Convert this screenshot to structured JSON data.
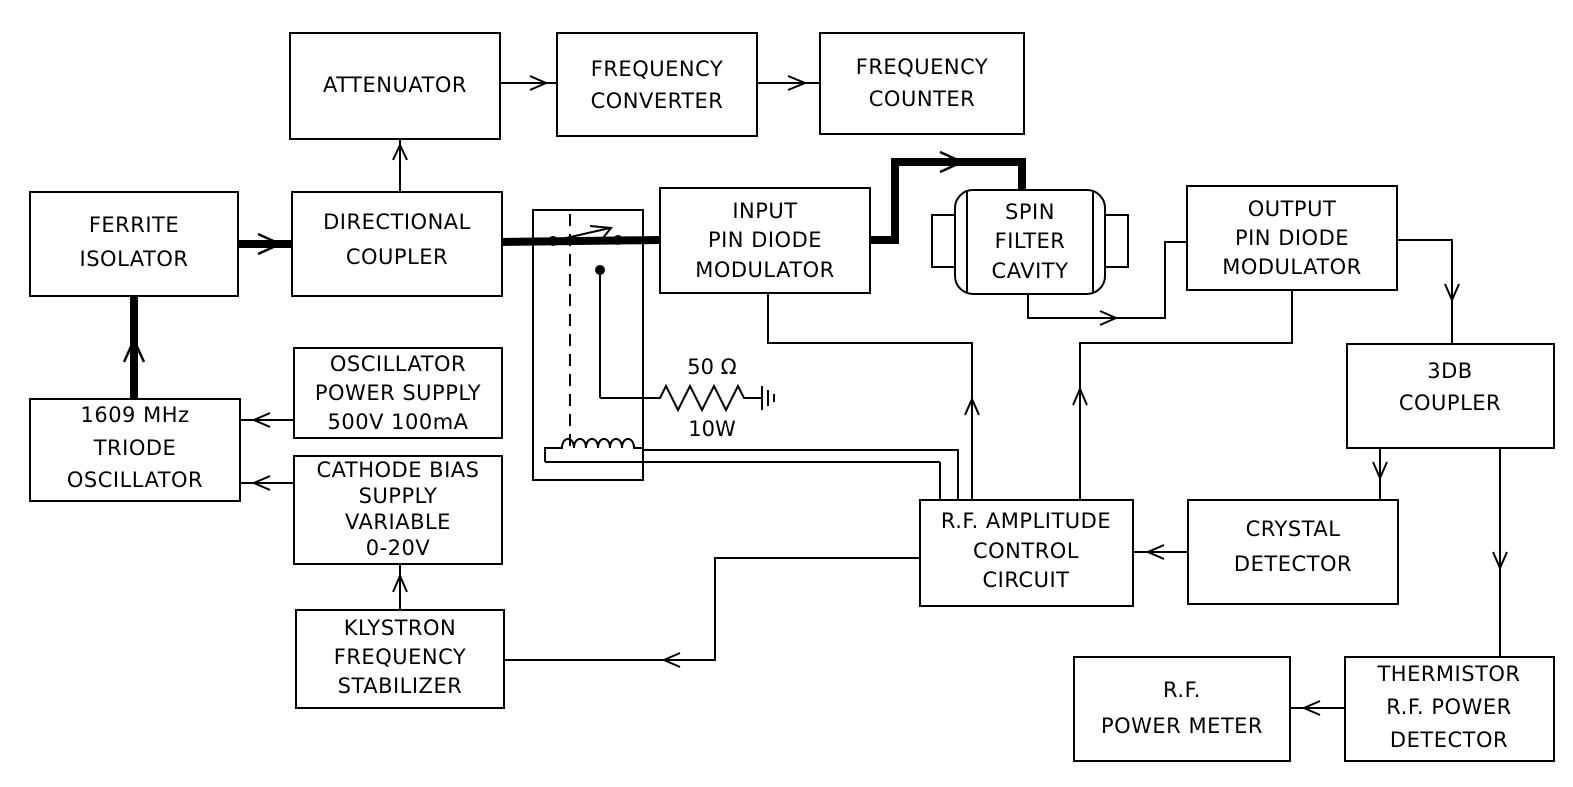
{
  "blocks": {
    "attenuator": [
      "ATTENUATOR"
    ],
    "frequency_converter": [
      "FREQUENCY",
      "CONVERTER"
    ],
    "frequency_counter": [
      "FREQUENCY",
      "COUNTER"
    ],
    "ferrite_isolator": [
      "FERRITE",
      "ISOLATOR"
    ],
    "directional_coupler": [
      "DIRECTIONAL",
      "COUPLER"
    ],
    "input_modulator": [
      "INPUT",
      "PIN DIODE",
      "MODULATOR"
    ],
    "spin_filter_cavity": [
      "SPIN",
      "FILTER",
      "CAVITY"
    ],
    "output_modulator": [
      "OUTPUT",
      "PIN DIODE",
      "MODULATOR"
    ],
    "oscillator_power_supply": [
      "OSCILLATOR",
      "POWER SUPPLY",
      "500V  100mA"
    ],
    "triode_oscillator": [
      "1609 MHz",
      "TRIODE",
      "OSCILLATOR"
    ],
    "cathode_bias_supply": [
      "CATHODE BIAS",
      "SUPPLY",
      "VARIABLE",
      "0-20V"
    ],
    "klystron_stabilizer": [
      "KLYSTRON",
      "FREQUENCY",
      "STABILIZER"
    ],
    "db_coupler": [
      "3DB",
      "COUPLER"
    ],
    "rf_amplitude_control": [
      "R.F. AMPLITUDE",
      "CONTROL",
      "CIRCUIT"
    ],
    "crystal_detector": [
      "CRYSTAL",
      "DETECTOR"
    ],
    "rf_power_meter": [
      "R.F.",
      "POWER METER"
    ],
    "thermistor_detector": [
      "THERMISTOR",
      "R.F. POWER",
      "DETECTOR"
    ]
  },
  "resistor": {
    "resistance": "50 Ω",
    "power": "10W"
  }
}
